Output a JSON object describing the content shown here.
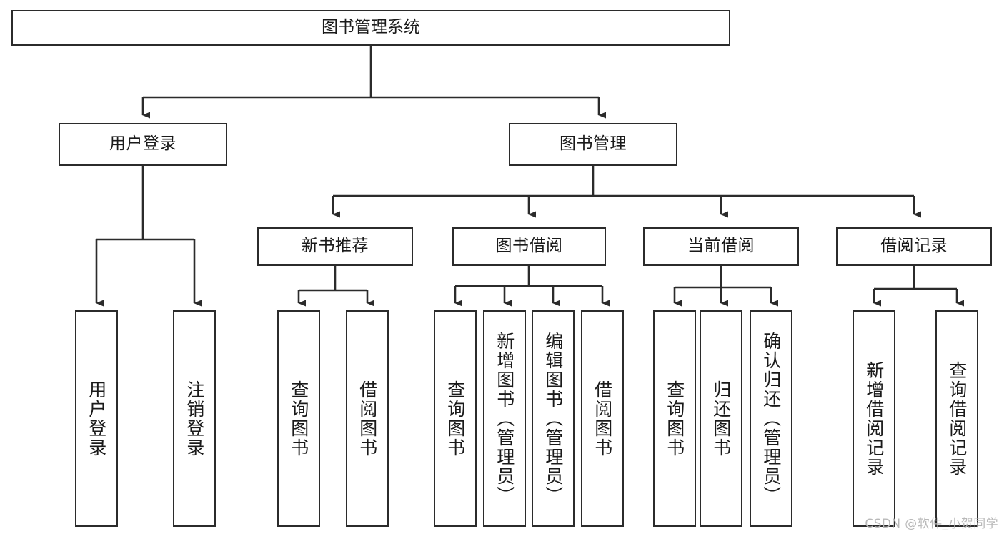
{
  "diagram": {
    "title": "图书管理系统",
    "type": "tree",
    "watermark": "CSDN @软件_小贺同学",
    "colors": {
      "box_border": "#2b2b2b",
      "box_fill": "#ffffff",
      "connector": "#2b2b2b",
      "text": "#1a1a1a",
      "watermark": "#b9b9b9",
      "background": "#ffffff"
    },
    "root": {
      "label": "图书管理系统"
    },
    "level2": [
      {
        "label": "用户登录"
      },
      {
        "label": "图书管理"
      }
    ],
    "level3": [
      {
        "label": "新书推荐"
      },
      {
        "label": "图书借阅"
      },
      {
        "label": "当前借阅"
      },
      {
        "label": "借阅记录"
      }
    ],
    "leaves": {
      "user_login": [
        {
          "label": "用户登录"
        },
        {
          "label": "注销登录"
        }
      ],
      "new_book_recommend": [
        {
          "label": "查询图书"
        },
        {
          "label": "借阅图书"
        }
      ],
      "book_borrow": [
        {
          "label": "查询图书"
        },
        {
          "label": "新增图书（管理员）"
        },
        {
          "label": "编辑图书（管理员）"
        },
        {
          "label": "借阅图书"
        }
      ],
      "current_borrow": [
        {
          "label": "查询图书"
        },
        {
          "label": "归还图书"
        },
        {
          "label": "确认归还（管理员）"
        }
      ],
      "borrow_record": [
        {
          "label": "新增借阅记录"
        },
        {
          "label": "查询借阅记录"
        }
      ]
    }
  }
}
